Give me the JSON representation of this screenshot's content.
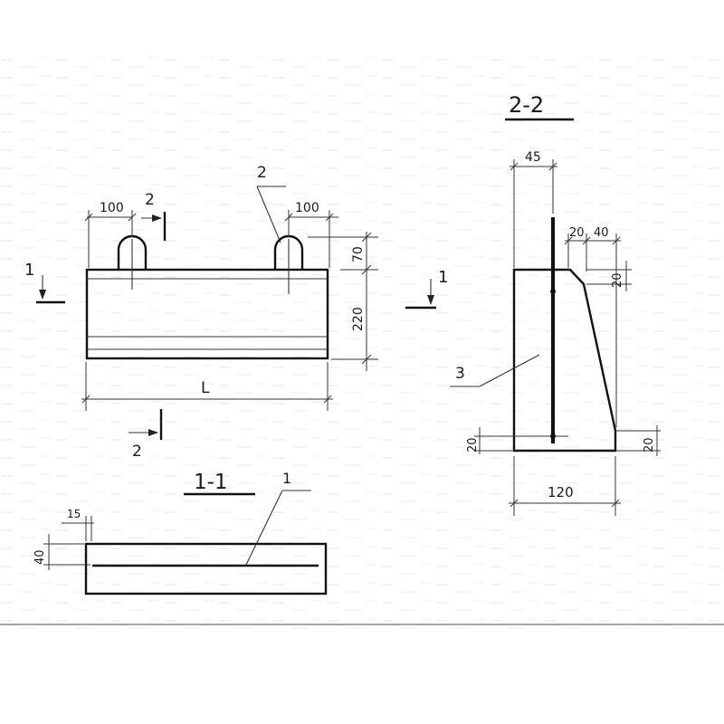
{
  "front_view": {
    "dim_left_loop": "100",
    "dim_right_loop": "100",
    "dim_length": "L",
    "dim_loop_height": "70",
    "dim_body_height": "220",
    "leader_loop": "2",
    "cut_1_top": "1",
    "cut_2_top": "2",
    "cut_2_bottom": "2"
  },
  "section_2_2": {
    "title": "2-2",
    "dim_top_offset": "45",
    "dim_chamfer_width_a": "20",
    "dim_chamfer_width_b": "40",
    "dim_chamfer_height": "20",
    "dim_base_width": "120",
    "dim_bottom_left": "20",
    "dim_bottom_right": "20",
    "leader_rebar": "3",
    "cut_1": "1"
  },
  "section_1_1": {
    "title": "1-1",
    "dim_offset": "15",
    "dim_depth": "40",
    "leader_rebar": "1"
  }
}
